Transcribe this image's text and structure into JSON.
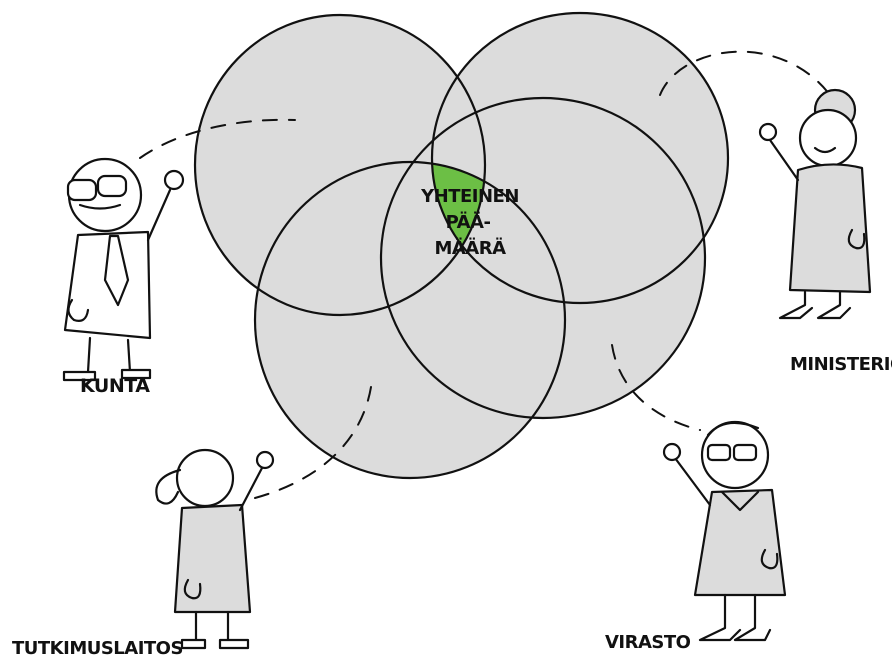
{
  "diagram": {
    "center_label": {
      "line1": "YHTEINEN",
      "line2": "PÄÄ-",
      "line3": "MÄÄRÄ"
    },
    "actors": [
      {
        "id": "kunta",
        "label": "KUNTA"
      },
      {
        "id": "ministerio",
        "label": "MINISTERIÖ"
      },
      {
        "id": "tutkimuslaitos",
        "label": "TUTKIMUSLAITOS"
      },
      {
        "id": "virasto",
        "label": "VIRASTO"
      }
    ]
  },
  "colors": {
    "circle_fill": "#dcdcdc",
    "shared_goal_fill": "#6cbf45",
    "ink": "#111111",
    "background": "#ffffff"
  }
}
